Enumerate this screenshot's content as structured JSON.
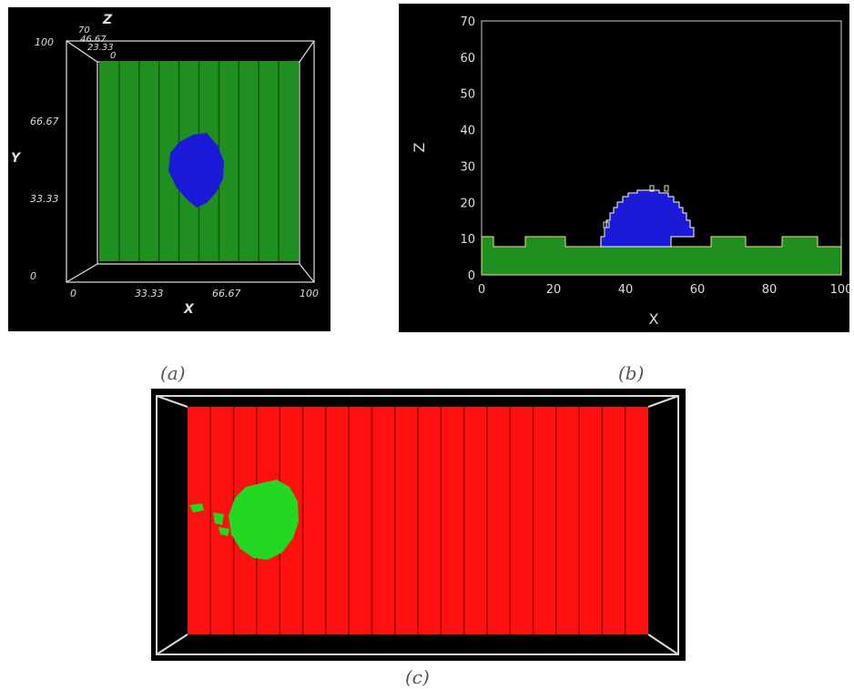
{
  "panel_a": {
    "x_axis_label": "X",
    "y_axis_label": "Y",
    "z_axis_label": "Z",
    "x_ticks": [
      "0",
      "33.33",
      "66.67",
      "100"
    ],
    "y_ticks": [
      "0",
      "33.33",
      "66.67",
      "100"
    ],
    "z_ticks": [
      "70",
      "46.67",
      "23.33",
      "0"
    ],
    "surface_color": "#1f8f1f",
    "droplet_color": "#1a1ad8",
    "pillar_count": 10
  },
  "panel_b": {
    "x_axis_label": "X",
    "z_axis_label": "Z",
    "x_ticks": [
      "0",
      "20",
      "40",
      "60",
      "80",
      "100"
    ],
    "z_ticks": [
      "0",
      "10",
      "20",
      "30",
      "40",
      "50",
      "60",
      "70"
    ],
    "surface_color": "#1f8f1f",
    "droplet_color": "#1a1ad8",
    "outline_color": "#e6e68c"
  },
  "panel_c": {
    "surface_color": "#ff1010",
    "droplet_color": "#22d822",
    "pillar_count": 20
  },
  "captions": {
    "a": "(a)",
    "b": "(b)",
    "c": "(c)"
  }
}
